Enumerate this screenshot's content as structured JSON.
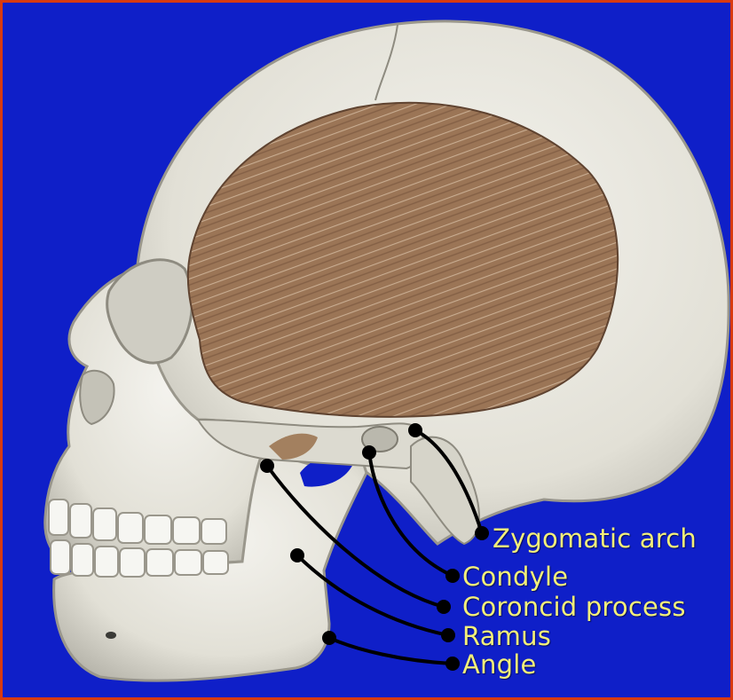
{
  "colors": {
    "background": "#0f1fc8",
    "border": "#d83a10",
    "bone": "#e9e7df",
    "muscle": "#9b7556",
    "label_text": "#f3ef7a",
    "leader_line": "#000000"
  },
  "labels": {
    "zygomatic_arch": "Zygomatic arch",
    "condyle": "Condyle",
    "coronoid_process": "Coroncid process",
    "ramus": "Ramus",
    "angle": "Angle"
  }
}
